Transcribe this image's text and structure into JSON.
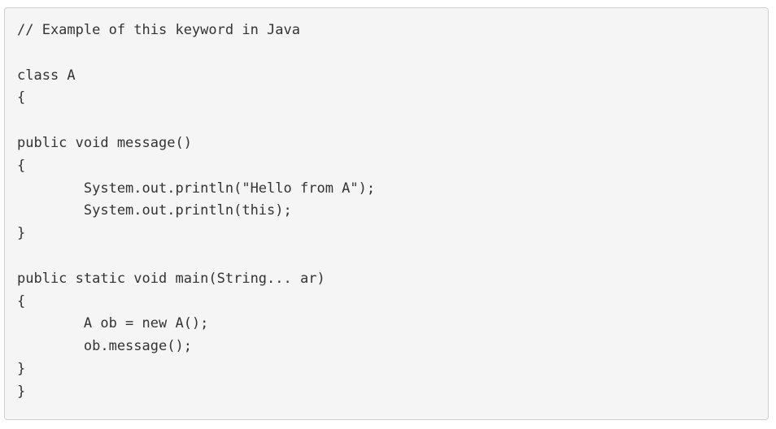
{
  "code": {
    "lines": [
      "// Example of this keyword in Java",
      "",
      "class A",
      "{",
      "",
      "public void message()",
      "{",
      "        System.out.println(\"Hello from A\");",
      "        System.out.println(this);",
      "}",
      "",
      "public static void main(String... ar)",
      "{",
      "        A ob = new A();",
      "        ob.message();",
      "}",
      "}"
    ]
  }
}
